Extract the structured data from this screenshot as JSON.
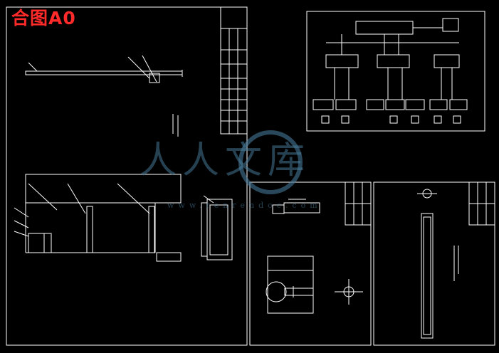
{
  "sheet_title": "合图A0",
  "watermark": {
    "text": "人人文库",
    "url": "www.renrendoc.com"
  },
  "colors": {
    "title": "#ff2a2a",
    "lines": "#ffffff",
    "background": "#000000",
    "watermark": "#46789a"
  }
}
